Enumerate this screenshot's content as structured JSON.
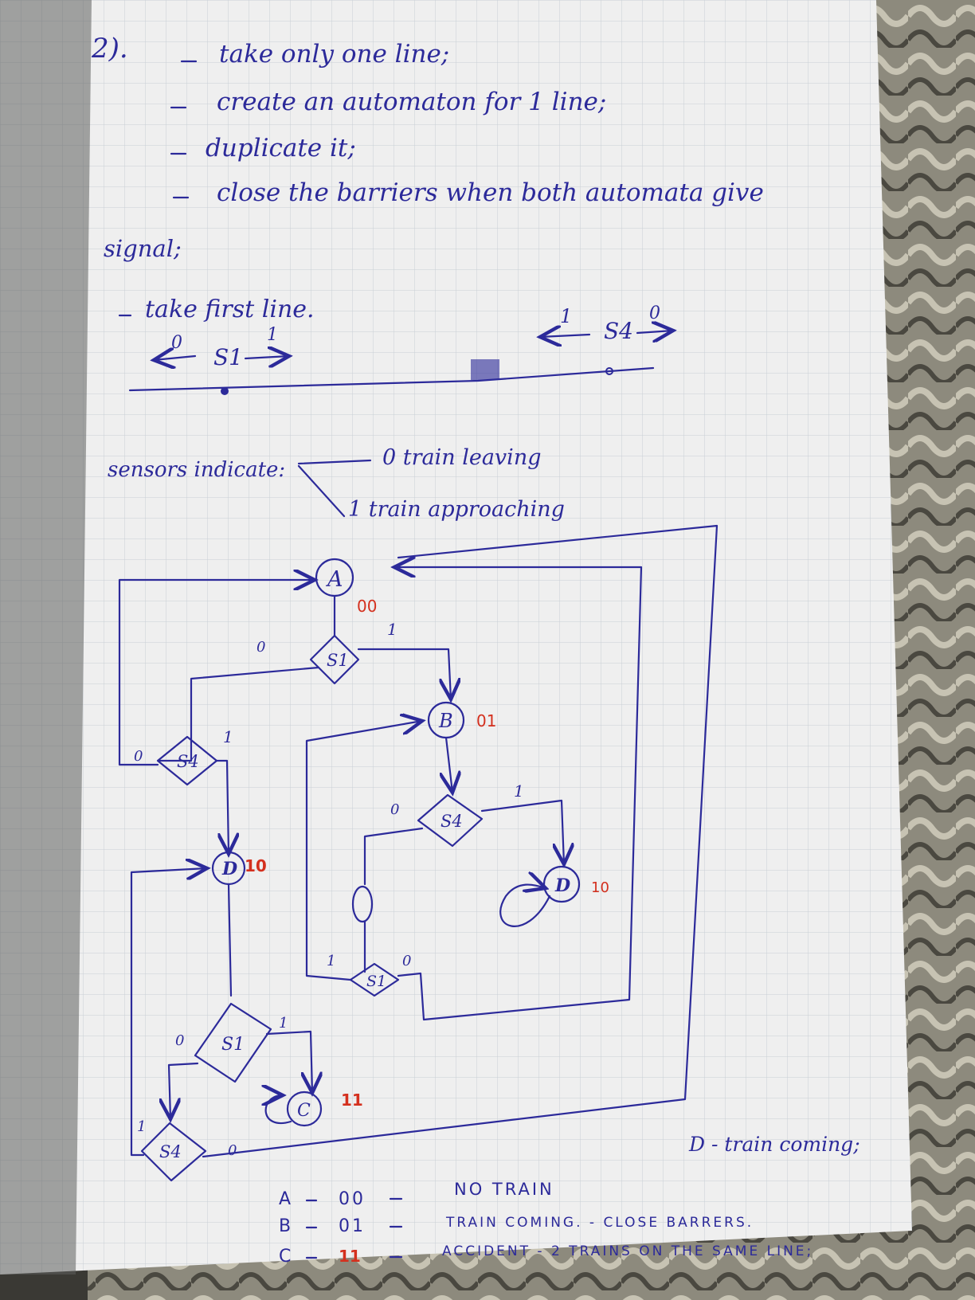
{
  "colors": {
    "paper": "#efefef",
    "grid": "#c9cfd6",
    "ink": "#2c2a9a",
    "red_ink": "#d4301e",
    "background": "#2b2a25"
  },
  "notes": {
    "section": "2).",
    "step1": "take only one line;",
    "step2": "create an automaton for 1 line;",
    "step3": "duplicate it;",
    "step4a": "close the barriers when both automata give",
    "step4b": "signal;",
    "step5": "take first line."
  },
  "track": {
    "s1_label": "S1",
    "s1_left": "0",
    "s1_right": "1",
    "s4_label": "S4",
    "s4_left": "1",
    "s4_right": "0"
  },
  "sensors": {
    "label": "sensors indicate:",
    "opt0": "0 train leaving",
    "opt1": "1 train approaching"
  },
  "diagram": {
    "state_a": "A",
    "code_a": "00",
    "state_b": "B",
    "code_b": "01",
    "state_d": "D",
    "code_d": "10",
    "state_c": "C",
    "code_c": "11",
    "state_d2": "D",
    "code_d2": "10",
    "cond_s1": "S1",
    "cond_s4": "S4",
    "one": "1",
    "zero": "0",
    "d_note": "D - train coming;"
  },
  "legend": [
    {
      "state": "A",
      "code": "00",
      "meaning": "NO TRAIN"
    },
    {
      "state": "B",
      "code": "01",
      "meaning": "TRAIN COMING. - CLOSE BARRERS."
    },
    {
      "state": "C",
      "code": "11",
      "meaning": "ACCIDENT - 2 TRAINS ON THE SAME LINE;"
    }
  ]
}
